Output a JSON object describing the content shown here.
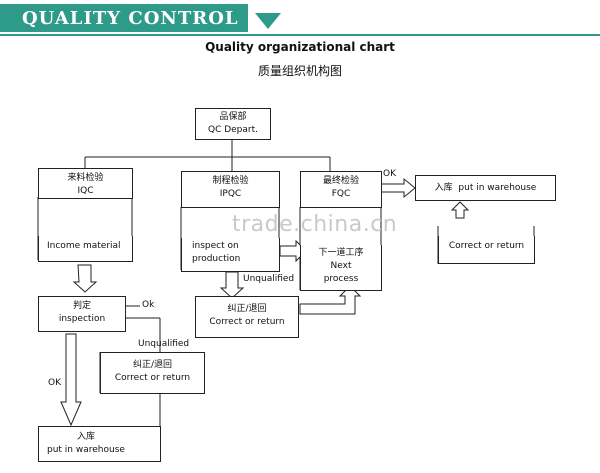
{
  "banner": {
    "title": "QUALITY CONTROL"
  },
  "header": {
    "title": "Quality organizational chart",
    "subtitle": "质量组织机构图"
  },
  "boxes": {
    "qc": {
      "line1": "品保部",
      "line2": "QC Depart."
    },
    "iqc": {
      "line1": "来料检验",
      "line2": "IQC"
    },
    "ipqc": {
      "line1": "制程检验",
      "line2": "IPQC"
    },
    "fqc": {
      "line1": "最终检验",
      "line2": "FQC"
    },
    "warehouse_top": {
      "line1": "入库",
      "line2": "put in warehouse"
    },
    "income": {
      "line1": "Income material"
    },
    "inspect_production": {
      "line1": "inspect on",
      "line2": "production"
    },
    "next_process": {
      "line1": "下一道工序",
      "line2": "Next",
      "line3": "process"
    },
    "correct_right": {
      "line1": "Correct or return"
    },
    "judgment": {
      "line1": "判定",
      "line2": "inspection"
    },
    "correct_mid": {
      "line1": "纠正/退回",
      "line2": "Correct or return"
    },
    "correct_low": {
      "line1": "纠正/退回",
      "line2": "Correct or return"
    },
    "warehouse_bottom": {
      "line1": "入库",
      "line2": "put in warehouse"
    }
  },
  "labels": {
    "ok_top": "OK",
    "unqualified_mid": "Unqualified",
    "ok_judgment": "Ok",
    "unqualified_low": "Unqualified",
    "ok_left": "OK"
  },
  "watermark": "trade.china.cn",
  "colors": {
    "accent": "#2e9a8a",
    "line": "#222222"
  }
}
